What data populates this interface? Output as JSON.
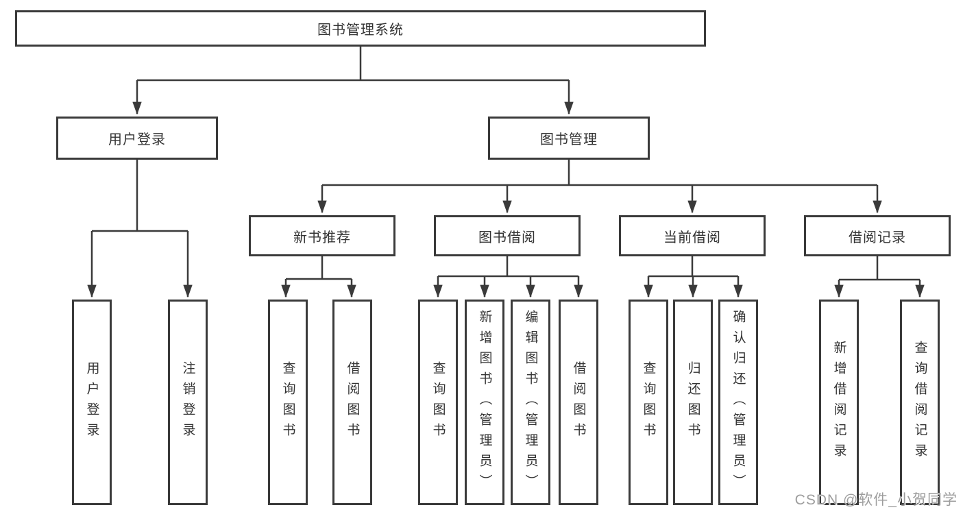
{
  "diagram": {
    "title": "图书管理系统",
    "nodes": {
      "root": "图书管理系统",
      "user_login": "用户登录",
      "book_mgmt": "图书管理",
      "new_book_rec": "新书推荐",
      "book_borrow": "图书借阅",
      "current_borrow": "当前借阅",
      "borrow_record": "借阅记录",
      "leaf_user_login": "用户登录",
      "leaf_logout": "注销登录",
      "leaf_nb_query": "查询图书",
      "leaf_nb_borrow": "借阅图书",
      "leaf_bb_query": "查询图书",
      "leaf_bb_add": "新增图书（管理员）",
      "leaf_bb_edit": "编辑图书（管理员）",
      "leaf_bb_borrow": "借阅图书",
      "leaf_cb_query": "查询图书",
      "leaf_cb_return": "归还图书",
      "leaf_cb_confirm": "确认归还（管理员）",
      "leaf_br_add": "新增借阅记录",
      "leaf_br_query": "查询借阅记录"
    },
    "colors": {
      "line": "#3a3a3a",
      "text": "#333333",
      "box_background": "#ffffff",
      "watermark": "#9d9d9d"
    },
    "watermark": "CSDN @软件_小贺同学"
  }
}
